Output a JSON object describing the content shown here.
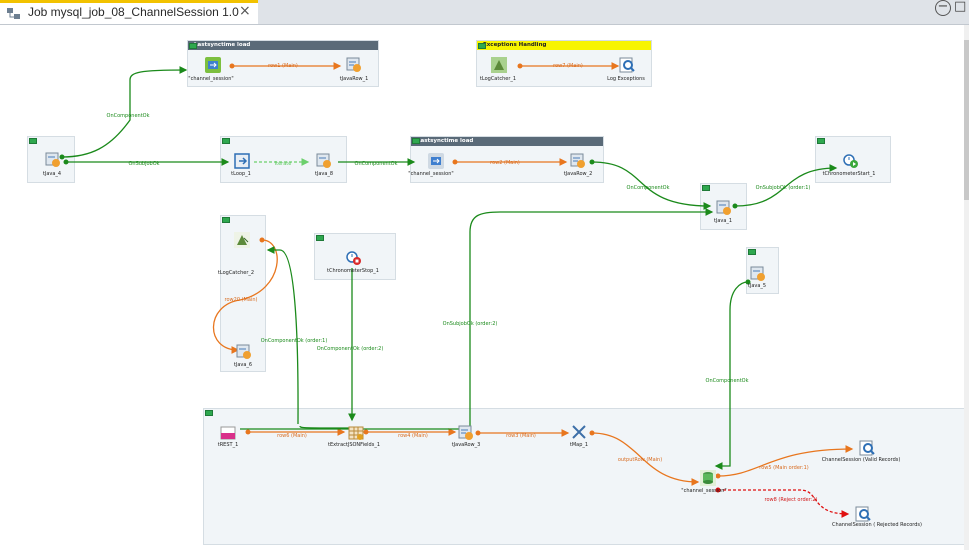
{
  "tab": {
    "title": "Job mysql_job_08_ChannelSession 1.0",
    "close": "×"
  },
  "window": {
    "min": "−",
    "max": "□"
  },
  "subjobs": [
    {
      "id": "sj1",
      "header": "Lastsynctime load",
      "style": "gray"
    },
    {
      "id": "sj2",
      "header": "Exceptions Handling",
      "style": "yellow"
    },
    {
      "id": "sj3",
      "header": "Lastsynctime load",
      "style": "gray"
    }
  ],
  "components": [
    {
      "id": "channel_session_1",
      "label": "\"channel_session\"",
      "icon": "db-input-icon"
    },
    {
      "id": "tJavaRow_1",
      "label": "tJavaRow_1",
      "icon": "java-row-icon"
    },
    {
      "id": "tLogCatcher_1",
      "label": "tLogCatcher_1",
      "icon": "log-catcher-icon"
    },
    {
      "id": "log_exceptions",
      "label": "Log Exceptions",
      "icon": "log-row-icon"
    },
    {
      "id": "tJava_4",
      "label": "tJava_4",
      "icon": "java-icon"
    },
    {
      "id": "tLoop_1",
      "label": "tLoop_1",
      "icon": "loop-icon"
    },
    {
      "id": "tJava_8",
      "label": "tJava_8",
      "icon": "java-icon"
    },
    {
      "id": "channel_session_2",
      "label": "\"channel_session\"",
      "icon": "db-input-icon"
    },
    {
      "id": "tJavaRow_2",
      "label": "tJavaRow_2",
      "icon": "java-row-icon"
    },
    {
      "id": "tChronometerStart_1",
      "label": "tChronometerStart_1",
      "icon": "chrono-start-icon"
    },
    {
      "id": "tJava_1",
      "label": "tJava_1",
      "icon": "java-icon"
    },
    {
      "id": "tLogCatcher_2",
      "label": "tLogCatcher_2",
      "icon": "log-catcher-icon"
    },
    {
      "id": "tChronometerStop_1",
      "label": "tChronometerStop_1",
      "icon": "chrono-stop-icon"
    },
    {
      "id": "tJava_5",
      "label": "tJava_5",
      "icon": "java-icon"
    },
    {
      "id": "tJava_6",
      "label": "tJava_6",
      "icon": "java-icon"
    },
    {
      "id": "REST_1",
      "label": "tREST_1",
      "icon": "rest-icon"
    },
    {
      "id": "tExtractJSONFields_1",
      "label": "tExtractJSONFields_1",
      "icon": "json-extract-icon"
    },
    {
      "id": "tJavaRow_3",
      "label": "tJavaRow_3",
      "icon": "java-row-icon"
    },
    {
      "id": "tMap_1",
      "label": "tMap_1",
      "icon": "map-icon"
    },
    {
      "id": "channel_session_3",
      "label": "\"channel_session\"",
      "icon": "db-output-icon"
    },
    {
      "id": "valid_records",
      "label": "ChannelSession (Valid Records)",
      "icon": "log-row-icon"
    },
    {
      "id": "rejected_records",
      "label": "ChannelSession ( Rejected Records)",
      "icon": "log-row-icon"
    }
  ],
  "links": [
    {
      "id": "row1",
      "label": "row1 (Main)",
      "kind": "o"
    },
    {
      "id": "row7",
      "label": "row7 (Main)",
      "kind": "o"
    },
    {
      "id": "oncomp1",
      "label": "OnComponentOk",
      "kind": "g"
    },
    {
      "id": "onsub1",
      "label": "OnSubjobOk",
      "kind": "g"
    },
    {
      "id": "iterate",
      "label": "Iterate",
      "kind": "lg"
    },
    {
      "id": "oncomp2",
      "label": "OnComponentOk",
      "kind": "g"
    },
    {
      "id": "row2",
      "label": "row2 (Main)",
      "kind": "o"
    },
    {
      "id": "oncomp3",
      "label": "OnComponentOk",
      "kind": "g"
    },
    {
      "id": "onsub2",
      "label": "OnSubjobOk (order:1)",
      "kind": "g"
    },
    {
      "id": "row20",
      "label": "row20 (Main)",
      "kind": "o"
    },
    {
      "id": "oncomp4",
      "label": "OnComponentOk (order:1)",
      "kind": "g"
    },
    {
      "id": "oncomp5",
      "label": "OnComponentOk (order:2)",
      "kind": "g"
    },
    {
      "id": "onsub3",
      "label": "OnSubjobOk (order:2)",
      "kind": "g"
    },
    {
      "id": "oncomp6",
      "label": "OnComponentOk",
      "kind": "g"
    },
    {
      "id": "row6",
      "label": "row6 (Main)",
      "kind": "o"
    },
    {
      "id": "row4",
      "label": "row4 (Main)",
      "kind": "o"
    },
    {
      "id": "row3",
      "label": "row3 (Main)",
      "kind": "o"
    },
    {
      "id": "outputRow",
      "label": "outputRow (Main)",
      "kind": "o"
    },
    {
      "id": "row5",
      "label": "row5 (Main order:1)",
      "kind": "o"
    },
    {
      "id": "row8",
      "label": "row8 (Reject order:2)",
      "kind": "r"
    }
  ],
  "colors": {
    "accent": "#f2c200",
    "onok": "#1b8a1b",
    "main": "#e8761e",
    "reject": "#e01010",
    "subjob": "#f1f5f8"
  }
}
